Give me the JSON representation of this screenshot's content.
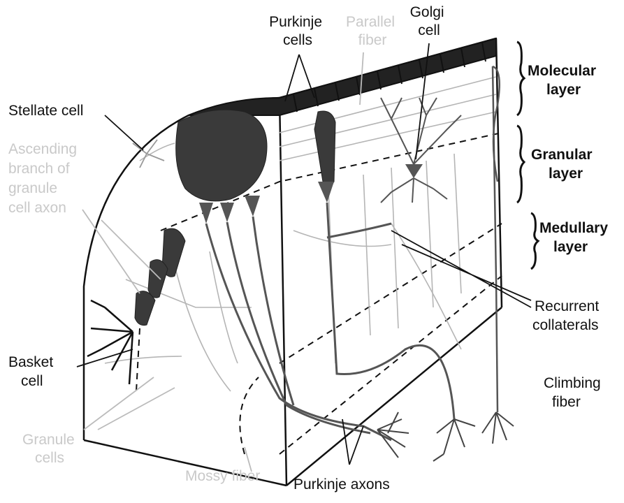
{
  "labels": {
    "purkinje_cells": [
      "Purkinje",
      "cells"
    ],
    "parallel_fiber": [
      "Parallel",
      "fiber"
    ],
    "golgi_cell": [
      "Golgi",
      "cell"
    ],
    "molecular_layer": [
      "Molecular",
      "layer"
    ],
    "stellate_cell": [
      "Stellate cell"
    ],
    "granular_layer": [
      "Granular",
      "layer"
    ],
    "ascending_branch": [
      "Ascending",
      "branch of",
      "granule",
      "cell axon"
    ],
    "medullary_layer": [
      "Medullary",
      "layer"
    ],
    "recurrent_collaterals": [
      "Recurrent",
      "collaterals"
    ],
    "basket_cell": [
      "Basket",
      "cell"
    ],
    "climbing_fiber": [
      "Climbing",
      "fiber"
    ],
    "granule_cells": [
      "Granule",
      "cells"
    ],
    "mossy_fiber": [
      "Mossy fiber"
    ],
    "purkinje_axons": [
      "Purkinje axons"
    ]
  },
  "colors": {
    "dark_label": "#111111",
    "faded_label": "#c9c9c9",
    "outline": "#111111",
    "cell_fill": "#555555",
    "fiber_light": "#b5b5b5"
  }
}
